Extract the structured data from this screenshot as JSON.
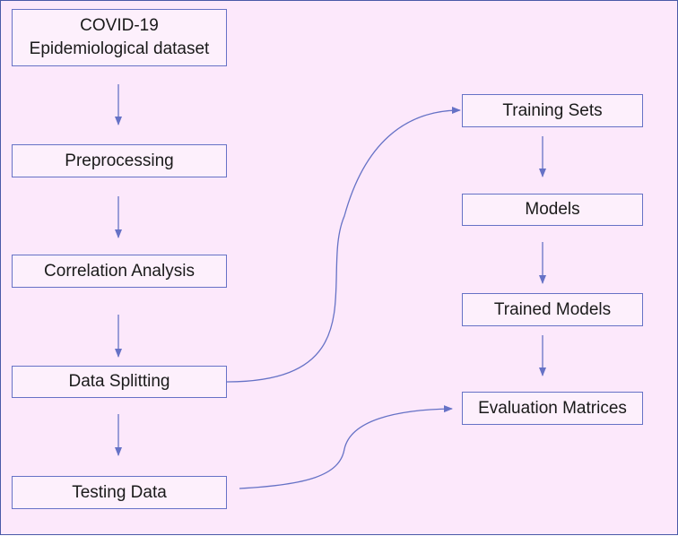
{
  "diagram": {
    "nodes": {
      "dataset": {
        "line1": "COVID-19",
        "line2": "Epidemiological dataset"
      },
      "preprocessing": {
        "label": "Preprocessing"
      },
      "correlation": {
        "label": "Correlation Analysis"
      },
      "splitting": {
        "label": "Data Splitting"
      },
      "testing": {
        "label": "Testing Data"
      },
      "training": {
        "label": "Training Sets"
      },
      "models": {
        "label": "Models"
      },
      "trained": {
        "label": "Trained Models"
      },
      "evaluation": {
        "label": "Evaluation Matrices"
      }
    },
    "colors": {
      "background": "#fce8fb",
      "box_fill": "#fdf0fc",
      "box_border": "#6672c6",
      "arrow": "#6672c6",
      "frame_border": "#4a5aa8"
    }
  }
}
